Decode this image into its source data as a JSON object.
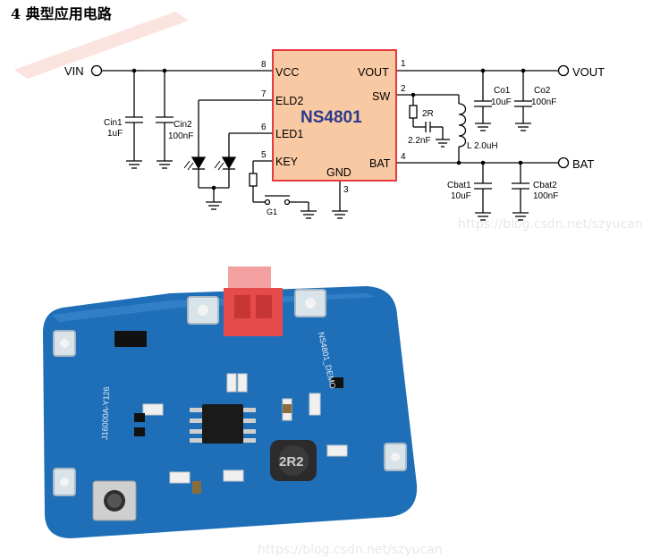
{
  "heading": "4 典型应用电路",
  "watermark_url": "https://blog.csdn.net/szyucan",
  "schematic": {
    "chip_name": "NS4801",
    "pins": {
      "p8": {
        "num": "8",
        "name": "VCC"
      },
      "p7": {
        "num": "7",
        "name": "ELD2"
      },
      "p6": {
        "num": "6",
        "name": "LED1"
      },
      "p5": {
        "num": "5",
        "name": "KEY"
      },
      "p1": {
        "num": "1",
        "name": "VOUT"
      },
      "p2": {
        "num": "2",
        "name": "SW"
      },
      "p4": {
        "num": "4",
        "name": "BAT"
      },
      "p3": {
        "num": "3",
        "name": "GND"
      }
    },
    "terminals": {
      "vin": "VIN",
      "vout": "VOUT",
      "bat": "BAT"
    },
    "components": {
      "cin1_name": "Cin1",
      "cin1_val": "1uF",
      "cin2_name": "Cin2",
      "cin2_val": "100nF",
      "co1_name": "Co1",
      "co1_val": "10uF",
      "co2_name": "Co2",
      "co2_val": "100nF",
      "cbat1_name": "Cbat1",
      "cbat1_val": "10uF",
      "cbat2_name": "Cbat2",
      "cbat2_val": "100nF",
      "r_snub": "2R",
      "c_snub": "2.2nF",
      "inductor": "L 2.0uH",
      "switch": "G1"
    }
  },
  "pcb": {
    "inductor_mark": "2R2",
    "silk_left": "J16000A-Y126",
    "silk_right": "NS4801_DEMO"
  },
  "colors": {
    "chip_fill": "#f9c9a3",
    "chip_border": "#e5272d",
    "chip_name": "#2a3a8c",
    "pcb_blue": "#1f6fb8",
    "connector": "#e64b4b"
  }
}
